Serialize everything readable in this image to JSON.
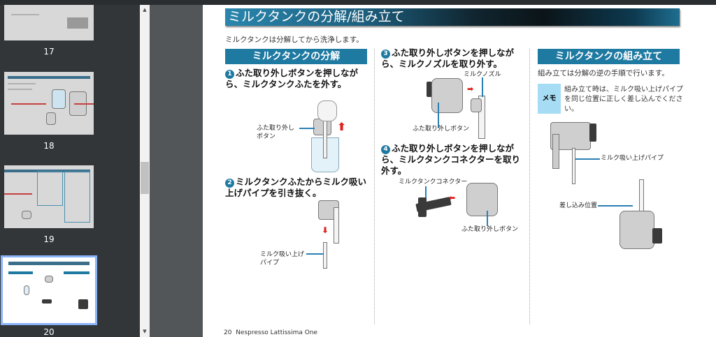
{
  "sidebar": {
    "thumbnails": [
      {
        "page": "17",
        "selected": false
      },
      {
        "page": "18",
        "selected": false
      },
      {
        "page": "19",
        "selected": false
      },
      {
        "page": "20",
        "selected": true
      }
    ]
  },
  "scrollbar": {
    "up_icon": "triangle-up",
    "down_icon": "triangle-down"
  },
  "page": {
    "title": "ミルクタンクの分解/組み立て",
    "intro": "ミルクタンクは分解してから洗浄します。",
    "left": {
      "header": "ミルクタンクの分解",
      "step1": {
        "num": "1",
        "text": "ふた取り外しボタンを押しながら、ミルクタンクふたを外す。",
        "label": "ふた取り外し\nボタン"
      },
      "step2": {
        "num": "2",
        "text": "ミルクタンクふたからミルク吸い上げパイプを引き抜く。",
        "label": "ミルク吸い上げ\nパイプ"
      }
    },
    "middle": {
      "step3": {
        "num": "3",
        "text": "ふた取り外しボタンを押しながら、ミルクノズルを取り外す。",
        "label_nozzle": "ミルクノズル",
        "label_button": "ふた取り外しボタン"
      },
      "step4": {
        "num": "4",
        "text": "ふた取り外しボタンを押しながら、ミルクタンクコネクターを取り外す。",
        "label_connector": "ミルクタンクコネクター",
        "label_button": "ふた取り外しボタン"
      }
    },
    "right": {
      "header": "ミルクタンクの組み立て",
      "text": "組み立ては分解の逆の手順で行います。",
      "memo_label": "メモ",
      "memo_text": "組み立て時は、ミルク吸い上げパイプを同じ位置に正しく差し込んでください。",
      "label_pipe": "ミルク吸い上げパイプ",
      "label_position": "差し込み位置"
    },
    "footer": {
      "page_number": "20",
      "doc_title": "Nespresso Lattissima One"
    }
  }
}
